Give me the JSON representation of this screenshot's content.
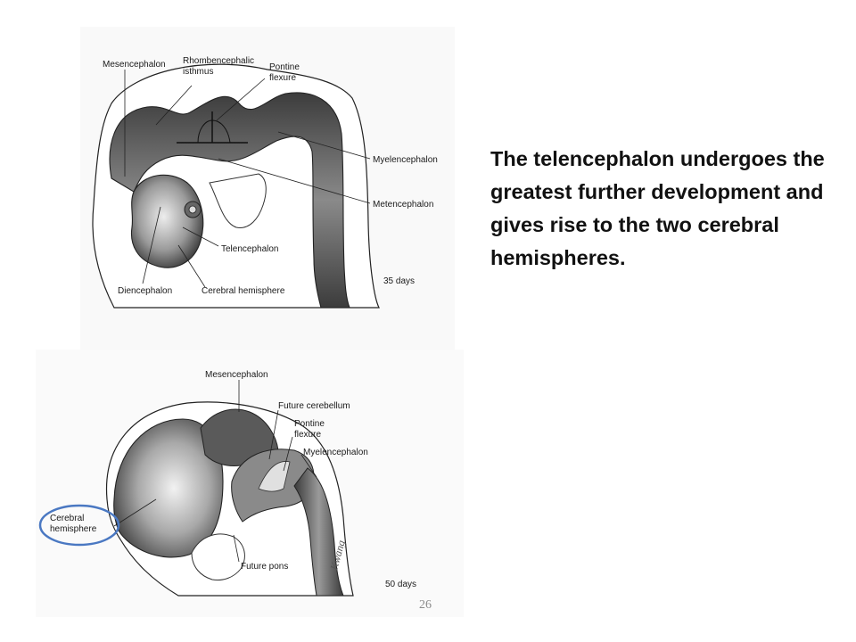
{
  "slide": {
    "body_text": "The telencephalon undergoes the greatest further development and gives rise to the two cerebral hemispheres.",
    "page_number": "26"
  },
  "figure_top": {
    "labels": {
      "mesencephalon": "Mesencephalon",
      "rhombencephalic_1": "Rhombencephalic",
      "rhombencephalic_2": "isthmus",
      "pontine_1": "Pontine",
      "pontine_2": "flexure",
      "myelencephalon": "Myelencephalon",
      "metencephalon": "Metencephalon",
      "telencephalon": "Telencephalon",
      "diencephalon": "Diencephalon",
      "cerebral_hemisphere": "Cerebral hemisphere",
      "age": "35 days"
    }
  },
  "figure_bottom": {
    "labels": {
      "mesencephalon": "Mesencephalon",
      "future_cerebellum": "Future cerebellum",
      "pontine_1": "Pontine",
      "pontine_2": "flexure",
      "myelencephalon": "Myelencephalon",
      "cerebral_1": "Cerebral",
      "cerebral_2": "hemisphere",
      "future_pons": "Future pons",
      "age": "50 days",
      "signature": "Kwang"
    },
    "highlight_color": "#4a78c2"
  }
}
